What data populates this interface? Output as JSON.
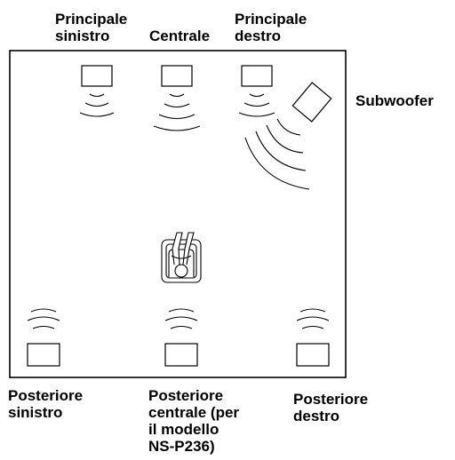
{
  "labels": {
    "front_left": "Principale\nsinistro",
    "center": "Centrale",
    "front_right": "Principale\ndestro",
    "subwoofer": "Subwoofer",
    "rear_left": "Posteriore\nsinistro",
    "rear_center": "Posteriore\ncentrale (per\nil modello\nNS-P236)",
    "rear_right": "Posteriore\ndestro"
  },
  "icons": {
    "speaker": "speaker-icon",
    "listener": "listener-icon",
    "sound_waves": "sound-waves-icon"
  }
}
